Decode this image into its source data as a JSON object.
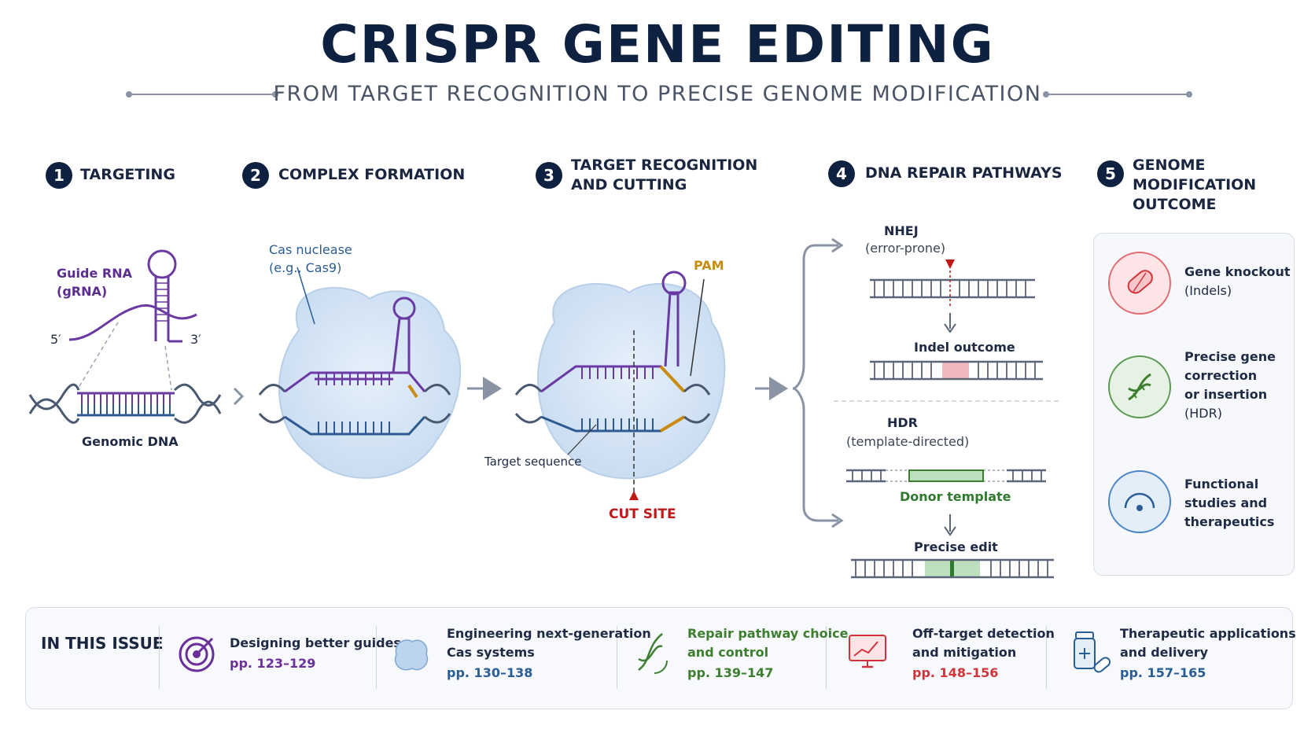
{
  "header": {
    "title": "CRISPR GENE EDITING",
    "subtitle": "FROM TARGET RECOGNITION TO PRECISE GENOME MODIFICATION"
  },
  "steps": [
    {
      "num": "1",
      "title": "TARGETING"
    },
    {
      "num": "2",
      "title": "COMPLEX FORMATION"
    },
    {
      "num": "3",
      "title_line1": "TARGET RECOGNITION",
      "title_line2": "AND CUTTING"
    },
    {
      "num": "4",
      "title": "DNA REPAIR PATHWAYS"
    },
    {
      "num": "5",
      "title_line1": "GENOME MODIFICATION",
      "title_line2": "OUTCOME"
    }
  ],
  "targeting": {
    "guide_line1": "Guide RNA",
    "guide_line2": "(gRNA)",
    "five_prime": "5′",
    "three_prime": "3′",
    "genomic": "Genomic DNA"
  },
  "complex": {
    "cas_line1": "Cas nuclease",
    "cas_line2": "(e.g., Cas9)"
  },
  "recognition": {
    "pam": "PAM",
    "target_seq": "Target sequence",
    "cut_site": "CUT SITE"
  },
  "repair": {
    "nhej": "NHEJ",
    "nhej_sub": "(error-prone)",
    "indel": "Indel outcome",
    "hdr": "HDR",
    "hdr_sub": "(template-directed)",
    "donor": "Donor template",
    "precise": "Precise edit"
  },
  "outcomes": [
    {
      "line1": "Gene knockout",
      "line2": "(Indels)"
    },
    {
      "line1": "Precise gene",
      "line2": "correction",
      "line3": "or insertion",
      "line4": "(HDR)"
    },
    {
      "line1": "Functional",
      "line2": "studies and",
      "line3": "therapeutics"
    }
  ],
  "issue": {
    "heading": "IN THIS ISSUE",
    "items": [
      {
        "title1": "Designing better guides",
        "title2": "",
        "pages": "pp. 123–129",
        "color": "#6a2f9a"
      },
      {
        "title1": "Engineering next-generation",
        "title2": "Cas systems",
        "pages": "pp. 130–138",
        "color": "#2a5d96"
      },
      {
        "title1": "Repair pathway choice",
        "title2": "and control",
        "pages": "pp. 139–147",
        "color": "#3d7f2f"
      },
      {
        "title1": "Off-target detection",
        "title2": "and mitigation",
        "pages": "pp. 148–156",
        "color": "#d0343a"
      },
      {
        "title1": "Therapeutic applications",
        "title2": "and delivery",
        "pages": "pp. 157–165",
        "color": "#2a5d96"
      }
    ]
  },
  "colors": {
    "navy": "#0f2140",
    "purple": "#5b2d91",
    "blue": "#2a5d96",
    "gold": "#c98c10",
    "red": "#c01818",
    "green": "#2f7a2f"
  }
}
